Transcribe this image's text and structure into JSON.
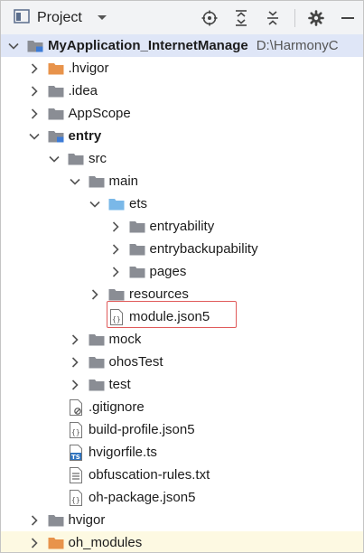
{
  "header": {
    "title": "Project",
    "icons": [
      "locate-icon",
      "expand-all-icon",
      "collapse-all-icon",
      "settings-icon",
      "hide-icon"
    ]
  },
  "colors": {
    "selected_row": "#dfe6f7",
    "hover_row": "#fdf9e2",
    "highlight_border": "#e05a5a",
    "folder_gray": "#8a8d94",
    "folder_orange": "#e8934b",
    "folder_blue": "#7ab8e8"
  },
  "tree": [
    {
      "label": "MyApplication_InternetManage",
      "suffix": "D:\\HarmonyC",
      "depth": 0,
      "state": "expanded",
      "icon": "module-folder-icon",
      "bold": true
    },
    {
      "label": ".hvigor",
      "depth": 1,
      "state": "collapsed",
      "icon": "folder-orange-icon"
    },
    {
      "label": ".idea",
      "depth": 1,
      "state": "collapsed",
      "icon": "folder-icon"
    },
    {
      "label": "AppScope",
      "depth": 1,
      "state": "collapsed",
      "icon": "folder-icon"
    },
    {
      "label": "entry",
      "depth": 1,
      "state": "expanded",
      "icon": "module-folder-icon",
      "bold": true
    },
    {
      "label": "src",
      "depth": 2,
      "state": "expanded",
      "icon": "folder-icon"
    },
    {
      "label": "main",
      "depth": 3,
      "state": "expanded",
      "icon": "folder-icon"
    },
    {
      "label": "ets",
      "depth": 4,
      "state": "expanded",
      "icon": "folder-blue-icon"
    },
    {
      "label": "entryability",
      "depth": 5,
      "state": "collapsed",
      "icon": "folder-icon"
    },
    {
      "label": "entrybackupability",
      "depth": 5,
      "state": "collapsed",
      "icon": "folder-icon"
    },
    {
      "label": "pages",
      "depth": 5,
      "state": "collapsed",
      "icon": "folder-icon"
    },
    {
      "label": "resources",
      "depth": 4,
      "state": "collapsed",
      "icon": "folder-icon"
    },
    {
      "label": "module.json5",
      "depth": 4,
      "state": "leaf",
      "icon": "json-file-icon",
      "highlighted": true
    },
    {
      "label": "mock",
      "depth": 3,
      "state": "collapsed",
      "icon": "folder-icon"
    },
    {
      "label": "ohosTest",
      "depth": 3,
      "state": "collapsed",
      "icon": "folder-icon"
    },
    {
      "label": "test",
      "depth": 3,
      "state": "collapsed",
      "icon": "folder-icon"
    },
    {
      "label": ".gitignore",
      "depth": 2,
      "state": "leaf",
      "icon": "gitignore-file-icon"
    },
    {
      "label": "build-profile.json5",
      "depth": 2,
      "state": "leaf",
      "icon": "json-file-icon"
    },
    {
      "label": "hvigorfile.ts",
      "depth": 2,
      "state": "leaf",
      "icon": "ts-file-icon"
    },
    {
      "label": "obfuscation-rules.txt",
      "depth": 2,
      "state": "leaf",
      "icon": "text-file-icon"
    },
    {
      "label": "oh-package.json5",
      "depth": 2,
      "state": "leaf",
      "icon": "json-file-icon"
    },
    {
      "label": "hvigor",
      "depth": 1,
      "state": "collapsed",
      "icon": "folder-icon"
    },
    {
      "label": "oh_modules",
      "depth": 1,
      "state": "collapsed",
      "icon": "folder-orange-icon",
      "hover": true
    }
  ]
}
